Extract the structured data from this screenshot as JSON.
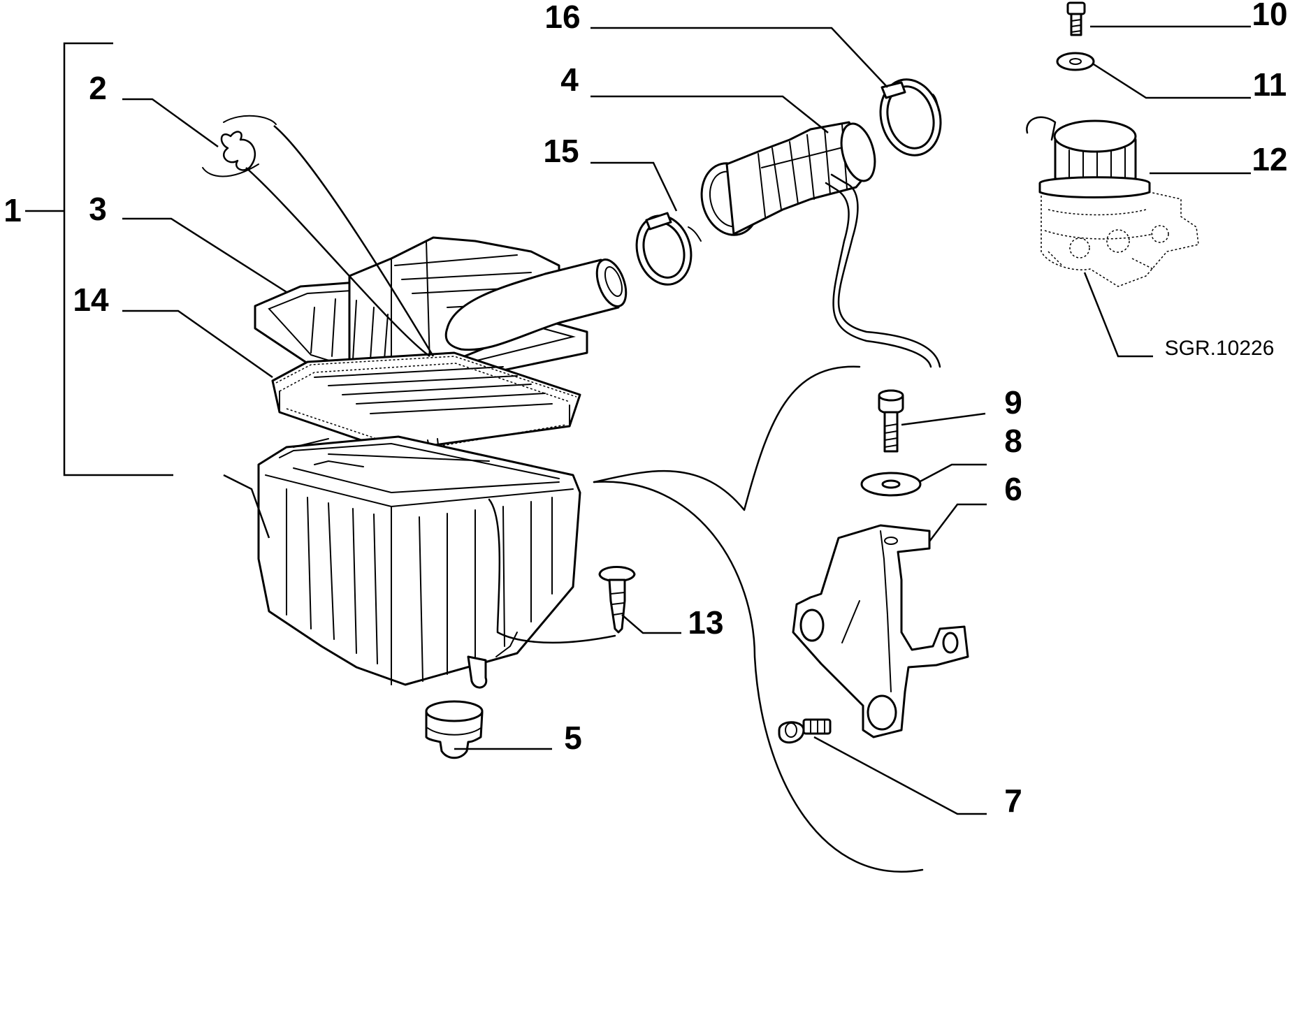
{
  "callouts": {
    "c1": "1",
    "c2": "2",
    "c3": "3",
    "c4": "4",
    "c5": "5",
    "c6": "6",
    "c7": "7",
    "c8": "8",
    "c9": "9",
    "c10": "10",
    "c11": "11",
    "c12": "12",
    "c13": "13",
    "c14": "14",
    "c15": "15",
    "c16": "16"
  },
  "reference_code": "SGR.10226",
  "colors": {
    "ink": "#000000",
    "paper": "#ffffff"
  }
}
